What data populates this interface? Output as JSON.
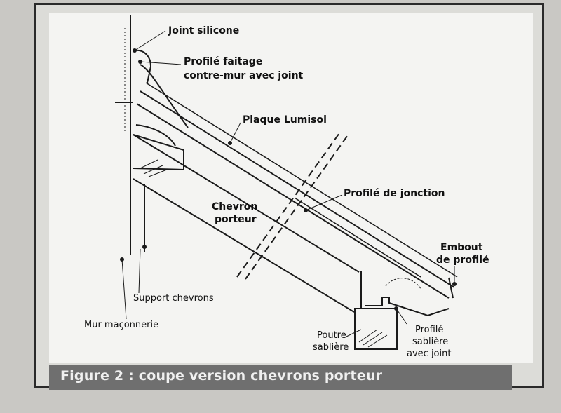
{
  "labels": {
    "joint_silicone": "Joint silicone",
    "profile_faitage_1": "Profilé faitage",
    "profile_faitage_2": "contre-mur avec joint",
    "plaque_lumisol": "Plaque Lumisol",
    "profile_jonction": "Profilé de jonction",
    "chevron_porteur_1": "Chevron",
    "chevron_porteur_2": "porteur",
    "embout_1": "Embout",
    "embout_2": "de profilé",
    "support_chevrons": "Support chevrons",
    "mur_maconnerie": "Mur maçonnerie",
    "poutre_1": "Poutre",
    "poutre_2": "sablière",
    "profile_sabliere_1": "Profilé",
    "profile_sabliere_2": "sablière",
    "profile_sabliere_3": "avec joint"
  },
  "caption": "Figure 2 : coupe version chevrons porteur",
  "colors": {
    "line": "#1a1a1a",
    "paper": "#f4f4f2",
    "caption_bar": "#6f6f6f"
  }
}
